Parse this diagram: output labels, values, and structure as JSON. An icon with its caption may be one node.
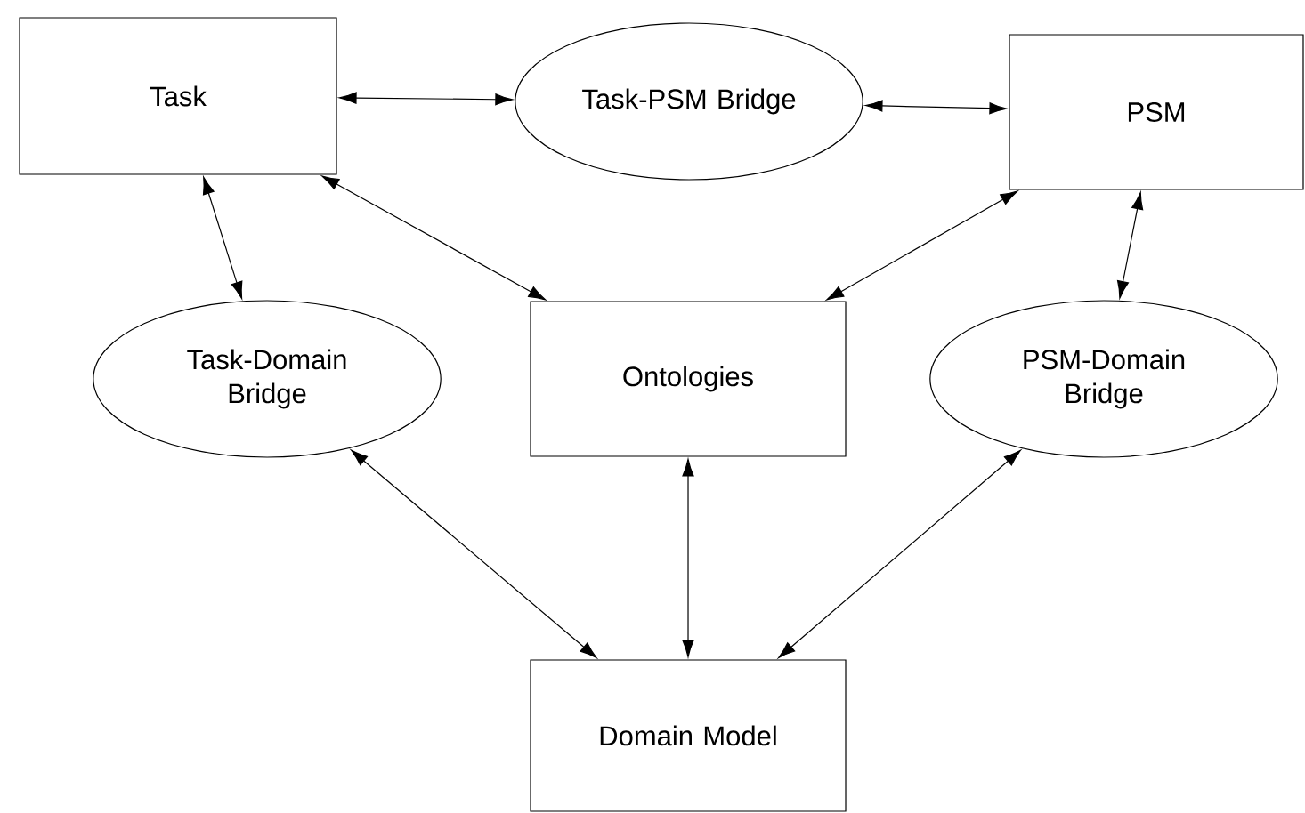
{
  "diagram": {
    "nodes": [
      {
        "text": [
          "Task"
        ]
      },
      {
        "text": [
          "Task-PSM Bridge"
        ]
      },
      {
        "text": [
          "PSM"
        ]
      },
      {
        "text": [
          "Task-Domain Bridge"
        ]
      },
      {
        "text": [
          "Ontologies"
        ]
      },
      {
        "text": [
          "PSM-Domain Bridge"
        ]
      },
      {
        "text": [
          "Domain Model"
        ]
      }
    ],
    "edges": [
      {
        "from": 0,
        "to": 1,
        "arrow": "both"
      },
      {
        "from": 1,
        "to": 2,
        "arrow": "both"
      },
      {
        "from": 0,
        "to": 3,
        "arrow": "both"
      },
      {
        "from": 0,
        "to": 4,
        "arrow": "both"
      },
      {
        "from": 2,
        "to": 4,
        "arrow": "both"
      },
      {
        "from": 2,
        "to": 5,
        "arrow": "both"
      },
      {
        "from": 4,
        "to": 6,
        "arrow": "both"
      },
      {
        "from": 3,
        "to": 6,
        "arrow": "both"
      },
      {
        "from": 5,
        "to": 6,
        "arrow": "both"
      }
    ]
  }
}
